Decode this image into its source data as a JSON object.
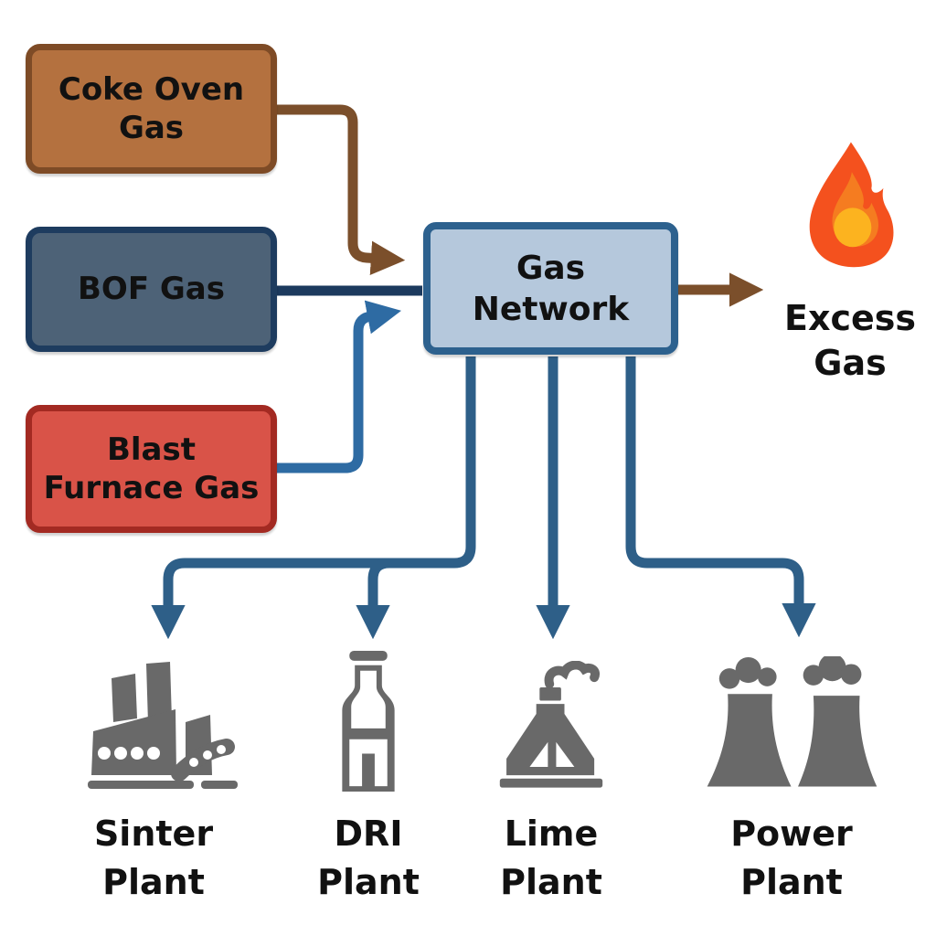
{
  "nodes": {
    "coke_oven_gas": "Coke Oven\nGas",
    "bof_gas": "BOF Gas",
    "blast_furnace_gas": "Blast\nFurnace Gas",
    "gas_network": "Gas\nNetwork"
  },
  "excess": {
    "label": "Excess\nGas",
    "icon": "flame-icon"
  },
  "plants": [
    {
      "label": "Sinter\nPlant",
      "icon": "factory-icon"
    },
    {
      "label": "DRI\nPlant",
      "icon": "shaft-furnace-icon"
    },
    {
      "label": "Lime\nPlant",
      "icon": "kiln-icon"
    },
    {
      "label": "Power\nPlant",
      "icon": "cooling-towers-icon"
    }
  ],
  "flows": [
    {
      "from": "Coke Oven Gas",
      "to": "Gas Network",
      "color": "#7b4f2b"
    },
    {
      "from": "BOF Gas",
      "to": "Gas Network",
      "color": "#1c3a5e"
    },
    {
      "from": "Blast Furnace Gas",
      "to": "Gas Network",
      "color": "#2e6ba3"
    },
    {
      "from": "Gas Network",
      "to": "Excess Gas",
      "color": "#7b4f2b"
    },
    {
      "from": "Gas Network",
      "to": "Sinter Plant",
      "color": "#2e5f88"
    },
    {
      "from": "Gas Network",
      "to": "DRI Plant",
      "color": "#2e5f88"
    },
    {
      "from": "Gas Network",
      "to": "Lime Plant",
      "color": "#2e5f88"
    },
    {
      "from": "Gas Network",
      "to": "Power Plant",
      "color": "#2e5f88"
    }
  ],
  "colors": {
    "coke_oven_fill": "#b4713f",
    "coke_oven_border": "#7e4b26",
    "bof_fill": "#4d6277",
    "bof_border": "#1e3c5f",
    "blast_furnace_fill": "#d95348",
    "blast_furnace_border": "#a32a22",
    "gas_network_fill": "#b5c8dc",
    "gas_network_border": "#2d618e",
    "arrow_brown": "#7b4f2b",
    "arrow_navy": "#1c3a5e",
    "arrow_blue": "#2e6ba3",
    "arrow_steel": "#2e5f88",
    "plant_icon_gray": "#696969",
    "flame_outer": "#f4511e",
    "flame_inner": "#f57c20",
    "flame_core": "#fcb31f",
    "text": "#111111",
    "background": "#ffffff"
  }
}
